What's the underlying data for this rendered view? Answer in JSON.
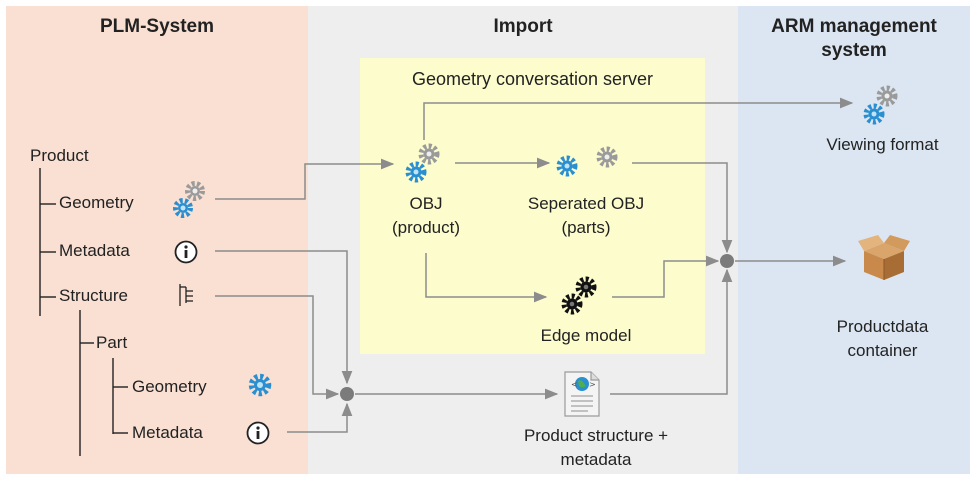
{
  "sections": {
    "plm": "PLM-System",
    "import": "Import",
    "arm_line1": "ARM management",
    "arm_line2": "system"
  },
  "server": {
    "title": "Geometry conversation server"
  },
  "plm_tree": {
    "product": "Product",
    "geometry": "Geometry",
    "metadata": "Metadata",
    "structure": "Structure",
    "part": "Part",
    "part_geometry": "Geometry",
    "part_metadata": "Metadata"
  },
  "import_nodes": {
    "obj_line1": "OBJ",
    "obj_line2": "(product)",
    "sep_line1": "Seperated OBJ",
    "sep_line2": "(parts)",
    "edge_model": "Edge model",
    "ps_line1": "Product structure +",
    "ps_line2": "metadata"
  },
  "arm_nodes": {
    "viewing": "Viewing format",
    "container_line1": "Productdata",
    "container_line2": "container"
  },
  "colors": {
    "plm_bg": "#f9e0d3",
    "import_bg": "#eeeeee",
    "arm_bg": "#dce6f2",
    "server_bg": "#fdfccd",
    "gear_blue": "#2a8fd0",
    "gear_grey": "#9a9a9a",
    "connector": "#8c8c8c"
  },
  "icons": [
    "gears-icon",
    "info-icon",
    "structure-tree-icon",
    "gear-icon",
    "document-globe-icon",
    "box-icon"
  ]
}
